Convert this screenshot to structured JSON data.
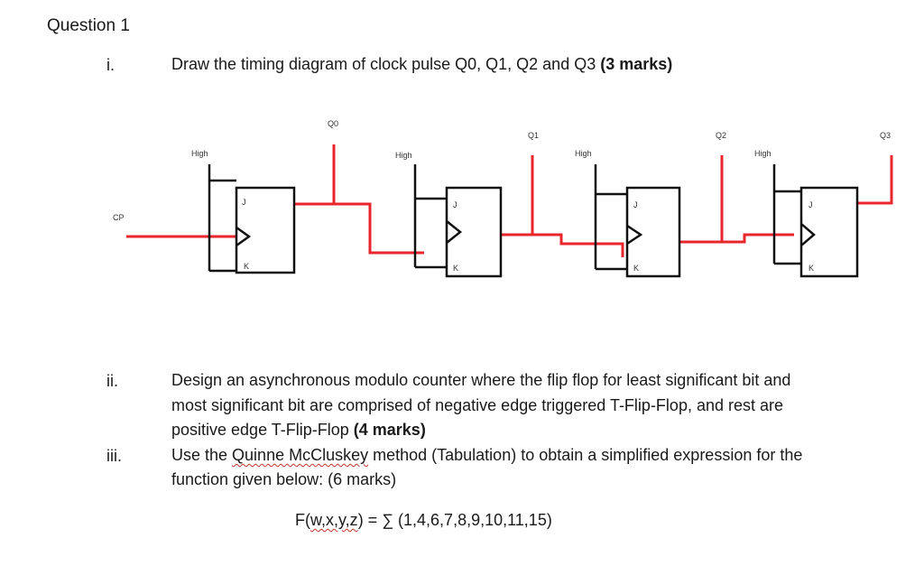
{
  "heading": "Question 1",
  "questions": [
    {
      "number": "i.",
      "text": "Draw the timing diagram of clock pulse Q0, Q1, Q2 and Q3 ",
      "marks": "(3 marks)"
    },
    {
      "number": "ii.",
      "line1": "Design an asynchronous modulo counter where the flip flop for least significant bit and",
      "line2": "most significant bit are comprised of negative edge triggered T-Flip-Flop, and rest are",
      "line3_text": "positive edge T-Flip-Flop ",
      "marks": "(4 marks)"
    },
    {
      "number": "iii.",
      "line1_pre": "Use the ",
      "line1_link": "Quinne McCluskey",
      "line1_post": " method (Tabulation) to obtain a simplified expression for the",
      "line2": "function given below: (6 marks)"
    }
  ],
  "formula": {
    "lhs_pre": "F(",
    "lhs_vars": "w,x,y,z",
    "rhs": ") = ∑ (1,4,6,7,8,9,10,11,15)"
  },
  "circuit": {
    "clock_label": "CP",
    "high_label": "High",
    "j_label": "J",
    "k_label": "K",
    "outputs": [
      "Q0",
      "Q1",
      "Q2",
      "Q3"
    ],
    "wire_color": "#e8262c"
  }
}
